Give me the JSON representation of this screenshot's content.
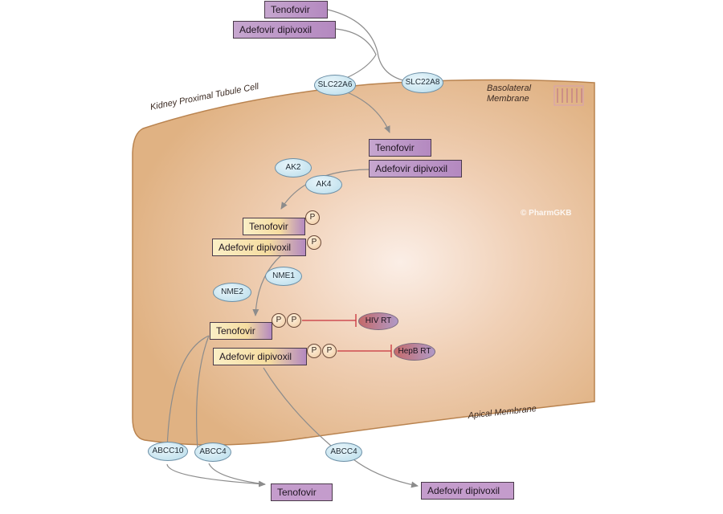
{
  "top_drugs": {
    "tenofovir": "Tenofovir",
    "adefovir": "Adefovir dipivoxil"
  },
  "transporters": {
    "slc22a6": "SLC22A6",
    "slc22a8": "SLC22A8",
    "abcc10": "ABCC10",
    "abcc4_left": "ABCC4",
    "abcc4_right": "ABCC4"
  },
  "cell": {
    "title": "Kidney Proximal Tubule Cell",
    "basolateral": "Basolateral\nMembrane",
    "apical": "Apical Membrane",
    "watermark": "© PharmGKB"
  },
  "intracellular": {
    "tenofovir": "Tenofovir",
    "adefovir": "Adefovir dipivoxil"
  },
  "enzymes": {
    "ak2": "AK2",
    "ak4": "AK4",
    "nme1": "NME1",
    "nme2": "NME2"
  },
  "monophosphate": {
    "tenofovir": "Tenofovir",
    "adefovir": "Adefovir dipivoxil",
    "p": "P"
  },
  "diphosphate": {
    "tenofovir": "Tenofovir",
    "adefovir": "Adefovir dipivoxil",
    "p": "P"
  },
  "targets": {
    "hiv_rt": "HIV RT",
    "hepb_rt": "HepB RT"
  },
  "efflux": {
    "tenofovir": "Tenofovir",
    "adefovir": "Adefovir dipivoxil"
  },
  "colors": {
    "cell_fill": "#e3b789",
    "cell_border": "#b9834f",
    "drug_purple": "#b489c0",
    "inhibit_line": "#c8323c",
    "transporter": "#b7dcea"
  }
}
